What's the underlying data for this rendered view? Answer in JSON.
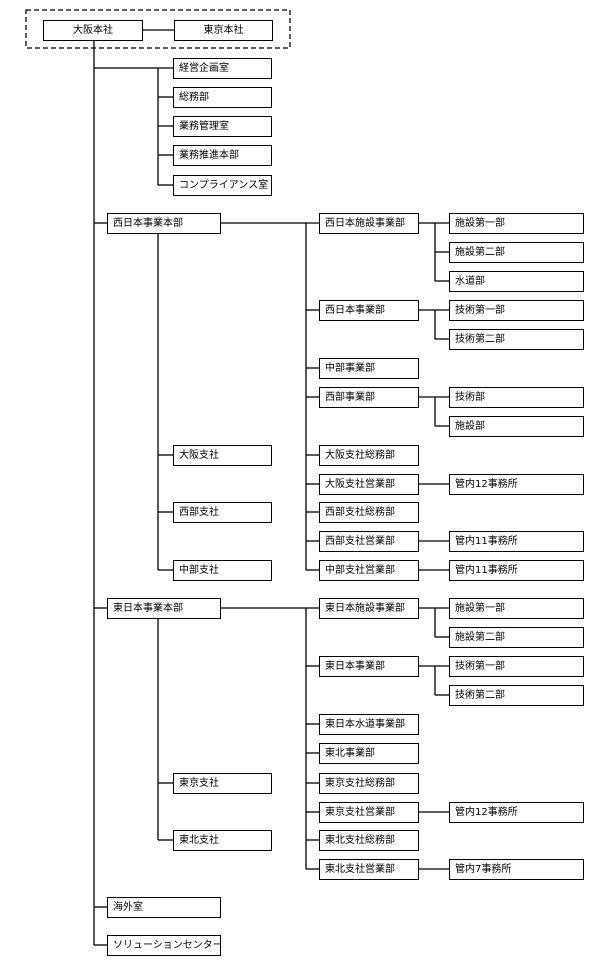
{
  "head_offices": {
    "osaka": "大阪本社",
    "tokyo": "東京本社"
  },
  "staff": [
    "経営企画室",
    "総務部",
    "業務管理室",
    "業務推進本部",
    "コンプライアンス室"
  ],
  "west": {
    "hq": "西日本事業本部",
    "branches": [
      "大阪支社",
      "西部支社",
      "中部支社"
    ],
    "depts": [
      "西日本施設事業部",
      "西日本事業部",
      "中部事業部",
      "西部事業部",
      "大阪支社総務部",
      "大阪支社営業部",
      "西部支社総務部",
      "西部支社営業部",
      "中部支社営業部"
    ],
    "sub": {
      "shisetsu": [
        "施設第一部",
        "施設第二部",
        "水道部"
      ],
      "jigyo": [
        "技術第一部",
        "技術第二部"
      ],
      "seibu": [
        "技術部",
        "施設部"
      ],
      "osaka_office": "管内12事務所",
      "seibu_office": "管内11事務所",
      "chubu_office": "管内11事務所"
    }
  },
  "east": {
    "hq": "東日本事業本部",
    "branches": [
      "東京支社",
      "東北支社"
    ],
    "depts": [
      "東日本施設事業部",
      "東日本事業部",
      "東日本水道事業部",
      "東北事業部",
      "東京支社総務部",
      "東京支社営業部",
      "東北支社総務部",
      "東北支社営業部"
    ],
    "sub": {
      "shisetsu": [
        "施設第一部",
        "施設第二部"
      ],
      "jigyo": [
        "技術第一部",
        "技術第二部"
      ],
      "tokyo_office": "管内12事務所",
      "tohoku_office": "管内7事務所"
    }
  },
  "bottom": [
    "海外室",
    "ソリューションセンター"
  ]
}
